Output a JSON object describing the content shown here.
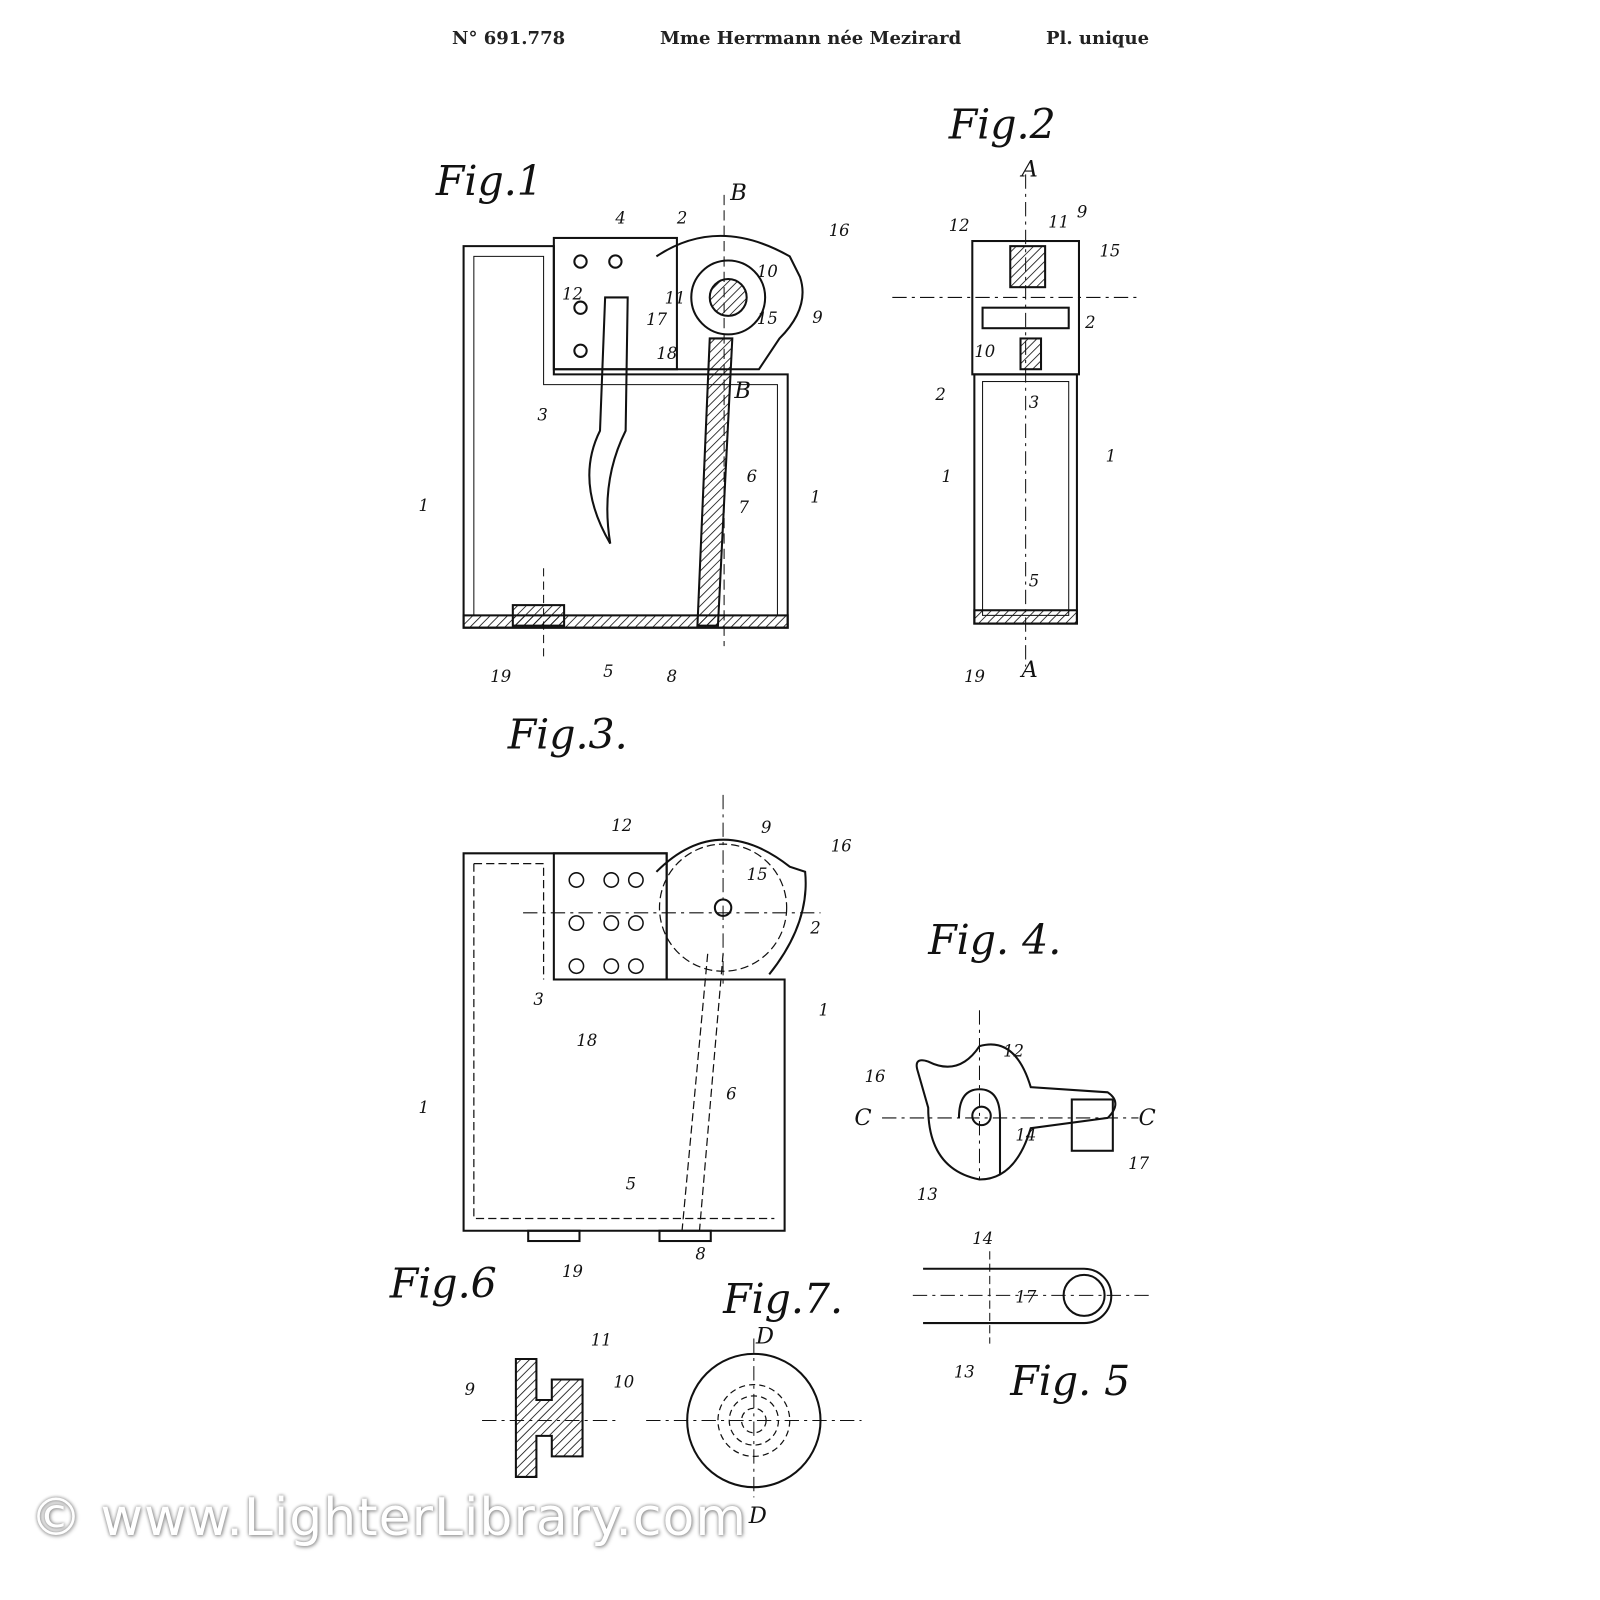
{
  "header": {
    "number": "N° 691.778",
    "author": "Mme Herrmann née Mezirard",
    "plate": "Pl. unique"
  },
  "figures": [
    {
      "title": "Fig.1",
      "labels": [
        "4",
        "2",
        "B",
        "16",
        "12",
        "10",
        "11",
        "17",
        "15",
        "9",
        "18",
        "B",
        "3",
        "6",
        "7",
        "1",
        "1",
        "19",
        "5",
        "8"
      ]
    },
    {
      "title": "Fig.2",
      "labels": [
        "A",
        "12",
        "11",
        "9",
        "15",
        "10",
        "2",
        "2",
        "3",
        "1",
        "1",
        "5",
        "19",
        "A"
      ]
    },
    {
      "title": "Fig.3.",
      "labels": [
        "12",
        "9",
        "16",
        "15",
        "2",
        "1",
        "3",
        "18",
        "1",
        "6",
        "5",
        "19",
        "8"
      ]
    },
    {
      "title": "Fig. 4.",
      "labels": [
        "16",
        "12",
        "C",
        "C",
        "14",
        "17",
        "13"
      ]
    },
    {
      "title": "Fig. 5",
      "labels": [
        "14",
        "17",
        "13"
      ]
    },
    {
      "title": "Fig.6",
      "labels": [
        "11",
        "9",
        "10"
      ]
    },
    {
      "title": "Fig.7.",
      "labels": [
        "D",
        "D"
      ]
    }
  ],
  "watermark": "© www.LighterLibrary.com",
  "colors": {
    "ink": "#111111",
    "paper": "#ffffff"
  }
}
